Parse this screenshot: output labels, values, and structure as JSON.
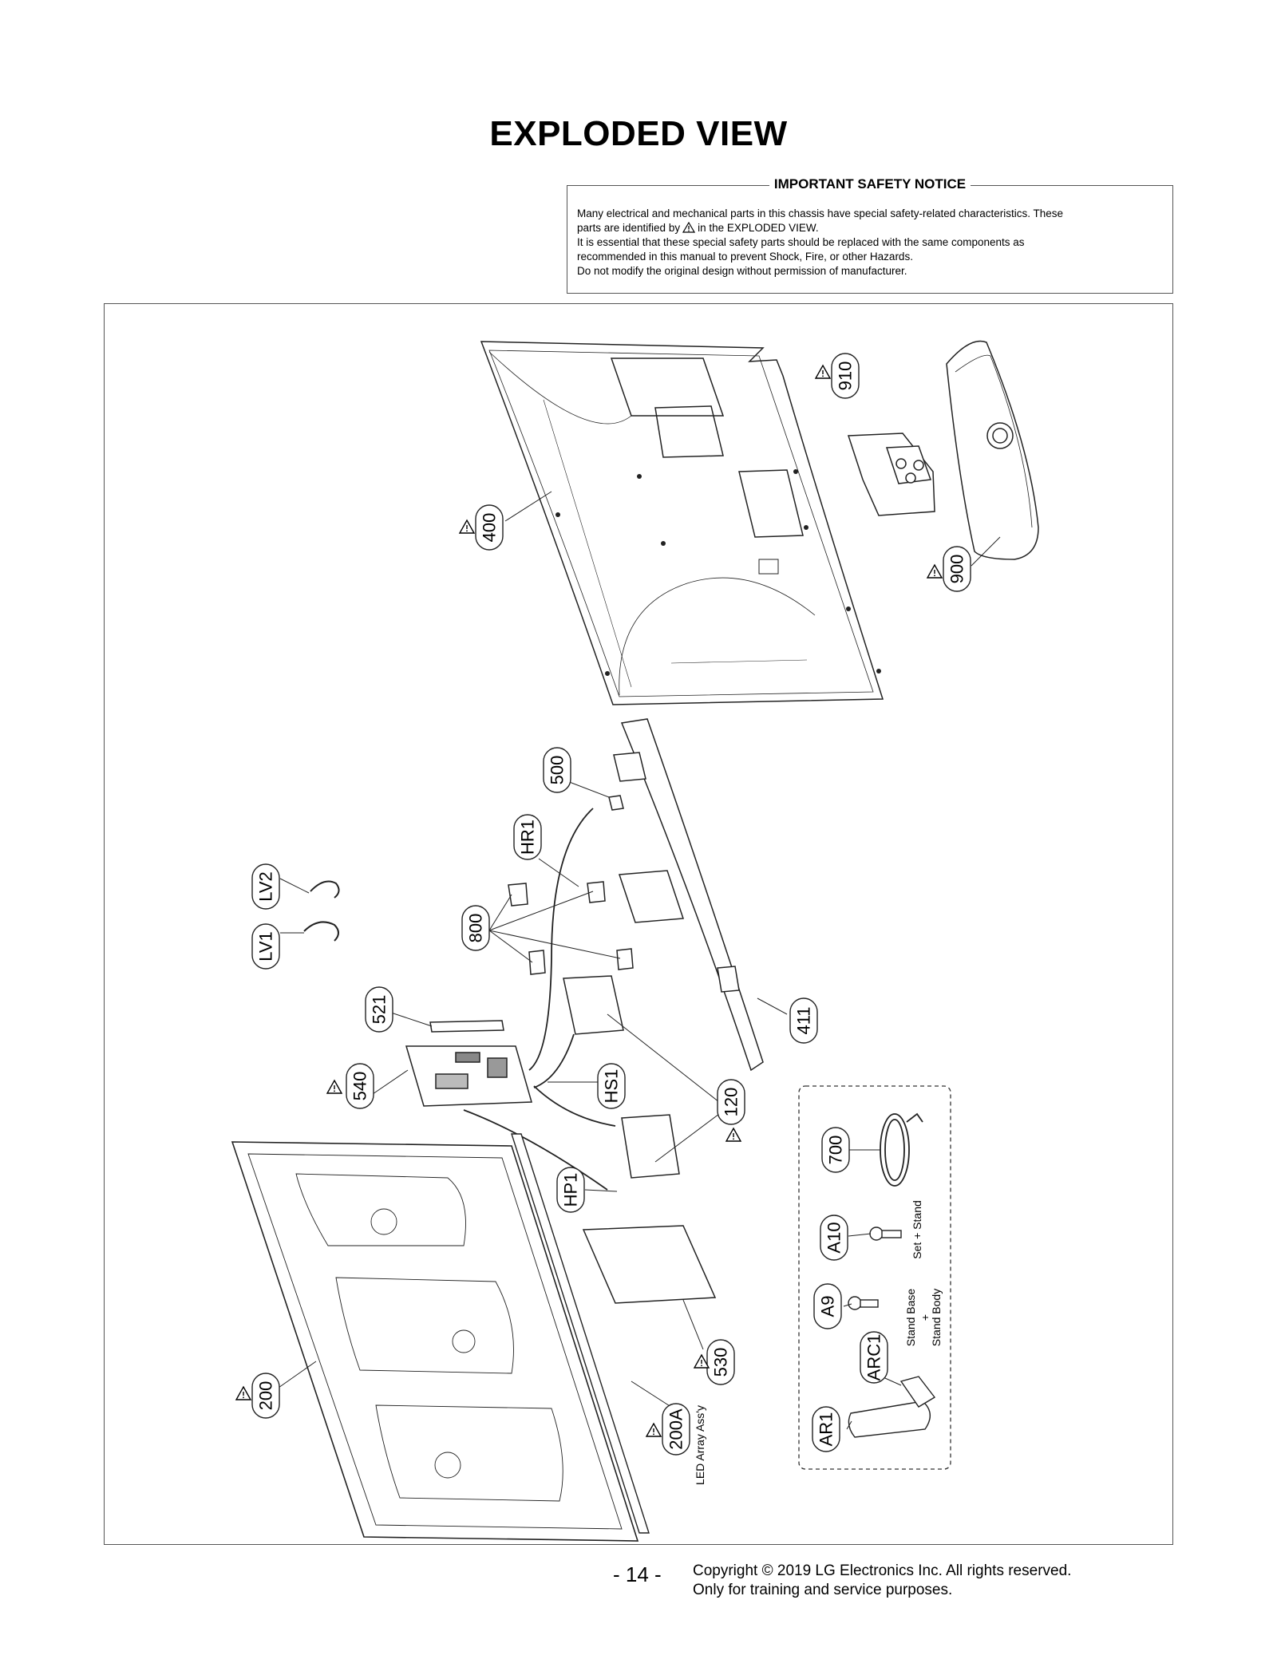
{
  "title": "EXPLODED VIEW",
  "notice": {
    "heading": "IMPORTANT SAFETY NOTICE",
    "line1": "Many electrical and mechanical parts in this chassis have special safety-related characteristics. These",
    "line2a": "parts are identified by",
    "line2b": "in the EXPLODED VIEW.",
    "line3": "It is essential that these special safety parts should be replaced with the same components as",
    "line4": "recommended in this manual to prevent Shock, Fire, or other Hazards.",
    "line5": "Do not modify the original design without permission of manufacturer."
  },
  "parts": {
    "p910": "910",
    "p900": "900",
    "p400": "400",
    "p500": "500",
    "pHR1": "HR1",
    "pLV2": "LV2",
    "pLV1": "LV1",
    "p800": "800",
    "p521": "521",
    "p411": "411",
    "p540": "540",
    "pHS1": "HS1",
    "p120": "120",
    "p700": "700",
    "pHP1": "HP1",
    "pA10": "A10",
    "pA9": "A9",
    "pARC1": "ARC1",
    "pAR1": "AR1",
    "p530": "530",
    "p200": "200",
    "p200A": "200A"
  },
  "notes": {
    "set_stand": "Set + Stand",
    "stand_base": "Stand Base",
    "plus": "+",
    "stand_body": "Stand Body",
    "led_array": "LED Array Ass'y"
  },
  "footer": {
    "page": "- 14 -",
    "copyright": "Copyright © 2019 LG Electronics Inc. All rights reserved.",
    "purpose": "Only for training and service purposes."
  }
}
